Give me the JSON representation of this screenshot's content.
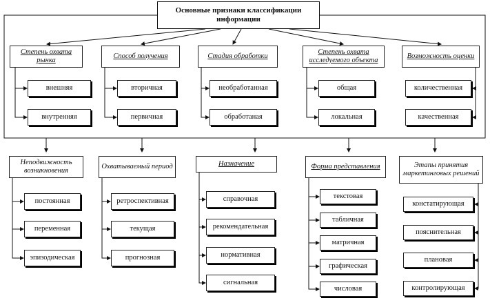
{
  "root": {
    "title": "Основные признаки классификации информации"
  },
  "top": [
    {
      "label": "Степень охвата рынка",
      "items": [
        "внешняя",
        "внутренняя"
      ]
    },
    {
      "label": "Способ получения",
      "items": [
        "вторичная",
        "первичная"
      ]
    },
    {
      "label": "Стадия обработки",
      "items": [
        "необработанная",
        "обработаная"
      ]
    },
    {
      "label": "Степень охвата исследуемого объекта",
      "items": [
        "общая",
        "локальная"
      ]
    },
    {
      "label": "Возможность оценки",
      "items": [
        "количественная",
        "качественная"
      ]
    }
  ],
  "bottom": [
    {
      "label": "Неподвижность возникновения",
      "items": [
        "постоянная",
        "переменная",
        "эпизодическая"
      ]
    },
    {
      "label": "Охватываемый период",
      "items": [
        "ретроспективная",
        "текущая",
        "прогнозная"
      ]
    },
    {
      "label": "Назначение",
      "items": [
        "справочная",
        "рекомендательная",
        "нормативная",
        "сигнальная"
      ]
    },
    {
      "label": "Форма представления",
      "items": [
        "текстовая",
        "табличная",
        "матричная",
        "графическая",
        "числовая"
      ]
    },
    {
      "label": "Этапы принятия маркетинговых решений",
      "items": [
        "констатирующая",
        "пояснительная",
        "плановая",
        "контролирующая"
      ]
    }
  ]
}
